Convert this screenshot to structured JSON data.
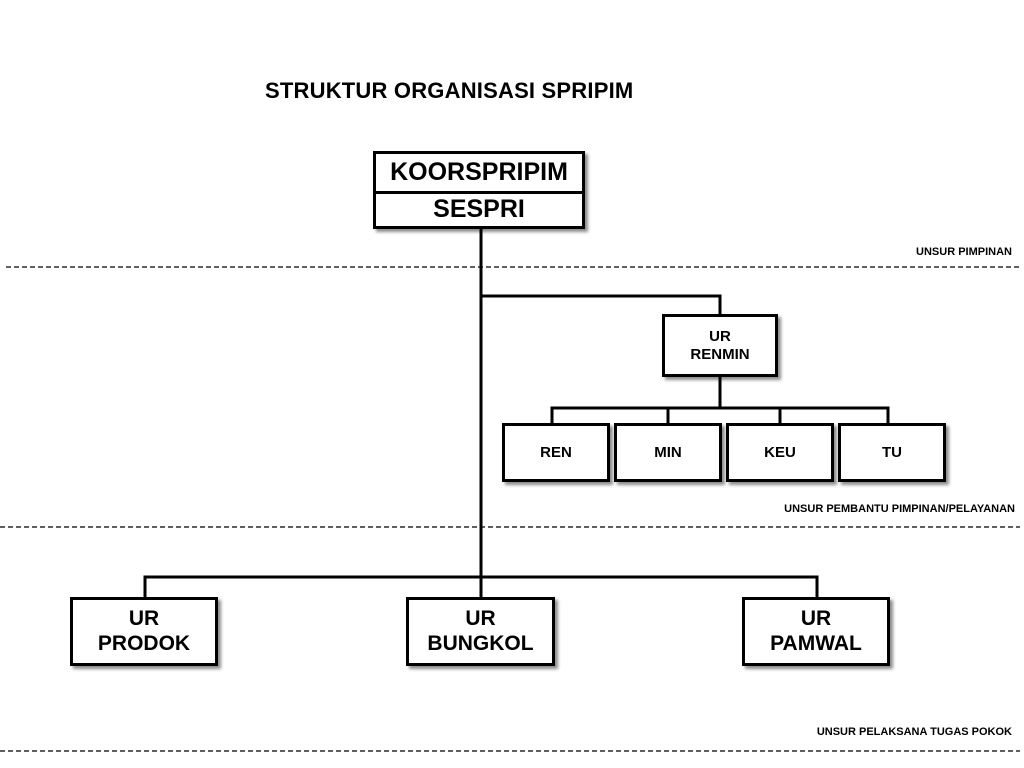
{
  "title": "STRUKTUR ORGANISASI SPRIPIM",
  "head": {
    "line1": "KOORSPRIPIM",
    "line2": "SESPRI"
  },
  "zones": {
    "pimpinan": "UNSUR PIMPINAN",
    "pembantu": "UNSUR  PEMBANTU PIMPINAN/PELAYANAN",
    "pelaksana": "UNSUR PELAKSANA TUGAS POKOK"
  },
  "renmin": {
    "line1": "UR",
    "line2": "RENMIN"
  },
  "sub_units": [
    "REN",
    "MIN",
    "KEU",
    "TU"
  ],
  "field_units": [
    {
      "line1": "UR",
      "line2": "PRODOK"
    },
    {
      "line1": "UR",
      "line2": "BUNGKOL"
    },
    {
      "line1": "UR",
      "line2": "PAMWAL"
    }
  ]
}
